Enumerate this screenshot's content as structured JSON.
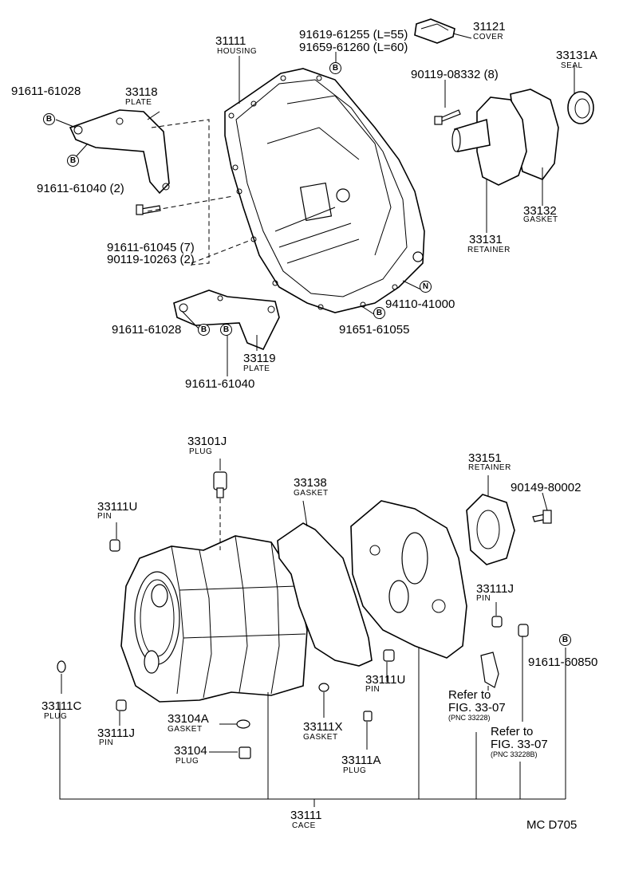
{
  "parts": {
    "p31111": {
      "number": "31111",
      "name": "HOUSING"
    },
    "p31121": {
      "number": "31121",
      "name": "COVER"
    },
    "p33131A": {
      "number": "33131A",
      "name": "SEAL"
    },
    "p33118": {
      "number": "33118",
      "name": "PLATE"
    },
    "p33132": {
      "number": "33132",
      "name": "GASKET"
    },
    "p33131": {
      "number": "33131",
      "name": "RETAINER"
    },
    "p33119": {
      "number": "33119",
      "name": "PLATE"
    },
    "p33101J": {
      "number": "33101J",
      "name": "PLUG"
    },
    "p33138": {
      "number": "33138",
      "name": "GASKET"
    },
    "p33151": {
      "number": "33151",
      "name": "RETAINER"
    },
    "p33111U_a": {
      "number": "33111U",
      "name": "PIN"
    },
    "p33111J_a": {
      "number": "33111J",
      "name": "PIN"
    },
    "p33111U_b": {
      "number": "33111U",
      "name": "PIN"
    },
    "p33111C": {
      "number": "33111C",
      "name": "PLUG"
    },
    "p33111J_b": {
      "number": "33111J",
      "name": "PIN"
    },
    "p33104A": {
      "number": "33104A",
      "name": "GASKET"
    },
    "p33104": {
      "number": "33104",
      "name": "PLUG"
    },
    "p33111X": {
      "number": "33111X",
      "name": "GASKET"
    },
    "p33111A": {
      "number": "33111A",
      "name": "PLUG"
    },
    "p33111": {
      "number": "33111",
      "name": "CACE"
    }
  },
  "bolts": {
    "b1": "91619-61255 (L=55)",
    "b2": "91659-61260 (L=60)",
    "b3": "91611-61028",
    "b4": "90119-08332 (8)",
    "b5": "91611-61040 (2)",
    "b6": "91611-61045 (7)",
    "b7": "90119-10263 (2)",
    "b8": "94110-41000",
    "b9": "91611-61028",
    "b10": "91651-61055",
    "b11": "91611-61040",
    "b12": "90149-80002",
    "b13": "91611-60850"
  },
  "markers": {
    "B": "B",
    "N": "N"
  },
  "refs": {
    "r1_line1": "Refer to",
    "r1_line2": "FIG. 33-07",
    "r1_pnc": "(PNC 33228)",
    "r2_line1": "Refer to",
    "r2_line2": "FIG. 33-07",
    "r2_pnc": "(PNC 33228B)"
  },
  "footer": {
    "code": "MC  D705"
  }
}
